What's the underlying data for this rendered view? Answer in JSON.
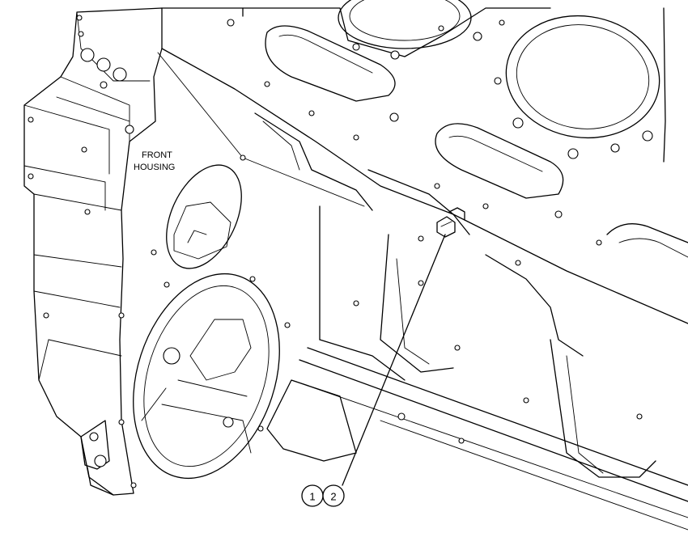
{
  "labels": {
    "front_housing_line1": "FRONT",
    "front_housing_line2": "HOUSING"
  },
  "callouts": [
    "1",
    "2"
  ],
  "colors": {
    "line": "#000000",
    "background": "#ffffff"
  }
}
